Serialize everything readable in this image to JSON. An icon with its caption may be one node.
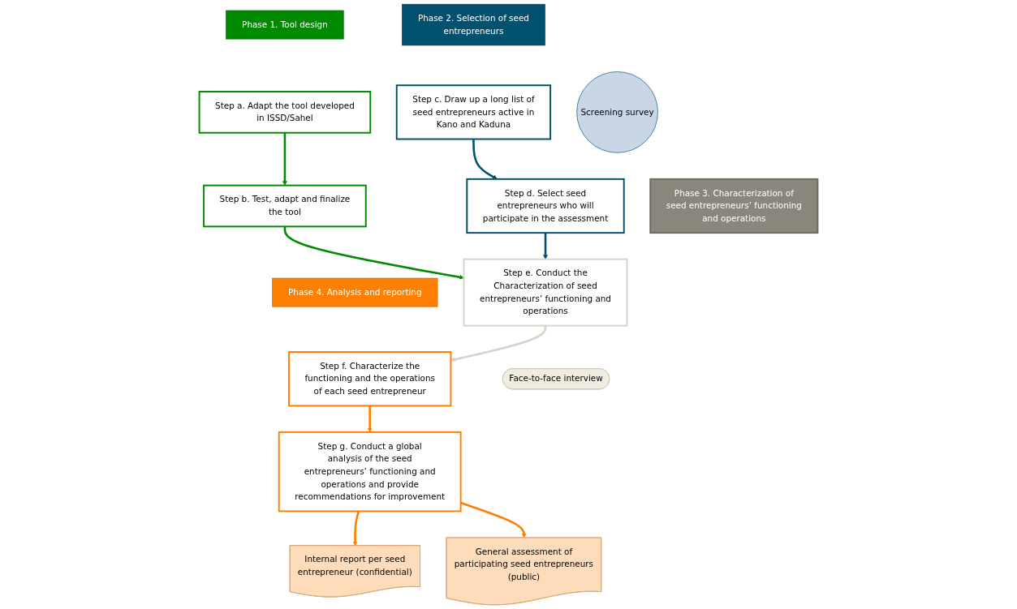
{
  "diagram": {
    "nodes": [
      {
        "text": [
          "Phase 1. Tool design"
        ]
      },
      {
        "text": [
          "Phase 2. Selection of seed entrepreneurs"
        ]
      },
      {
        "text": [
          "Phase 4. Analysis and reporting"
        ]
      },
      {
        "text": [
          "Step a. Adapt the tool developed in ISSD/Sahel"
        ]
      },
      {
        "text": [
          "Step c. Draw up a long list of seed entrepreneurs active in Kano and Kaduna"
        ]
      },
      {
        "text": [
          "Step f. Characterize the functioning and the operations of each seed entrepreneur"
        ]
      },
      {
        "text": [
          "Screening survey"
        ]
      },
      {
        "text": [
          "Step b. Test, adapt and finalize the tool"
        ]
      },
      {
        "text": [
          "Step d. Select seed entrepreneurs who will participate in the assessment"
        ]
      },
      {
        "text": [
          "Step g. Conduct a global analysis of the seed entrepreneurs’ functioning and operations and provide recommendations for improvement"
        ]
      },
      {
        "text": [
          "Phase 3. Characterization of seed entrepreneurs’ functioning and operations"
        ]
      },
      {
        "text": [
          "Step e. Conduct the Characterization of seed entrepreneurs’ functioning and operations"
        ]
      },
      {
        "text": [
          "Internal report per seed entrepreneur (confidential)"
        ]
      },
      {
        "text": [
          "General assessment of participating seed entrepreneurs (public)"
        ]
      },
      {
        "text": [
          "Face-to-face interview"
        ]
      }
    ],
    "edges": [
      {
        "from": 3,
        "to": 7,
        "arrow": "to",
        "color": "#008a00"
      },
      {
        "from": 4,
        "to": 8,
        "arrow": "to",
        "color": "#00506e"
      },
      {
        "from": 7,
        "to": 11,
        "arrow": "to",
        "color": "#008a00"
      },
      {
        "from": 8,
        "to": 11,
        "arrow": "to",
        "color": "#00506e"
      },
      {
        "from": 11,
        "to": 5,
        "arrow": "to",
        "color": "#d6d3ca"
      },
      {
        "from": 5,
        "to": 9,
        "arrow": "to"
      },
      {
        "from": 9,
        "to": 12,
        "arrow": "to"
      },
      {
        "from": 9,
        "to": 13,
        "arrow": "to"
      }
    ]
  }
}
